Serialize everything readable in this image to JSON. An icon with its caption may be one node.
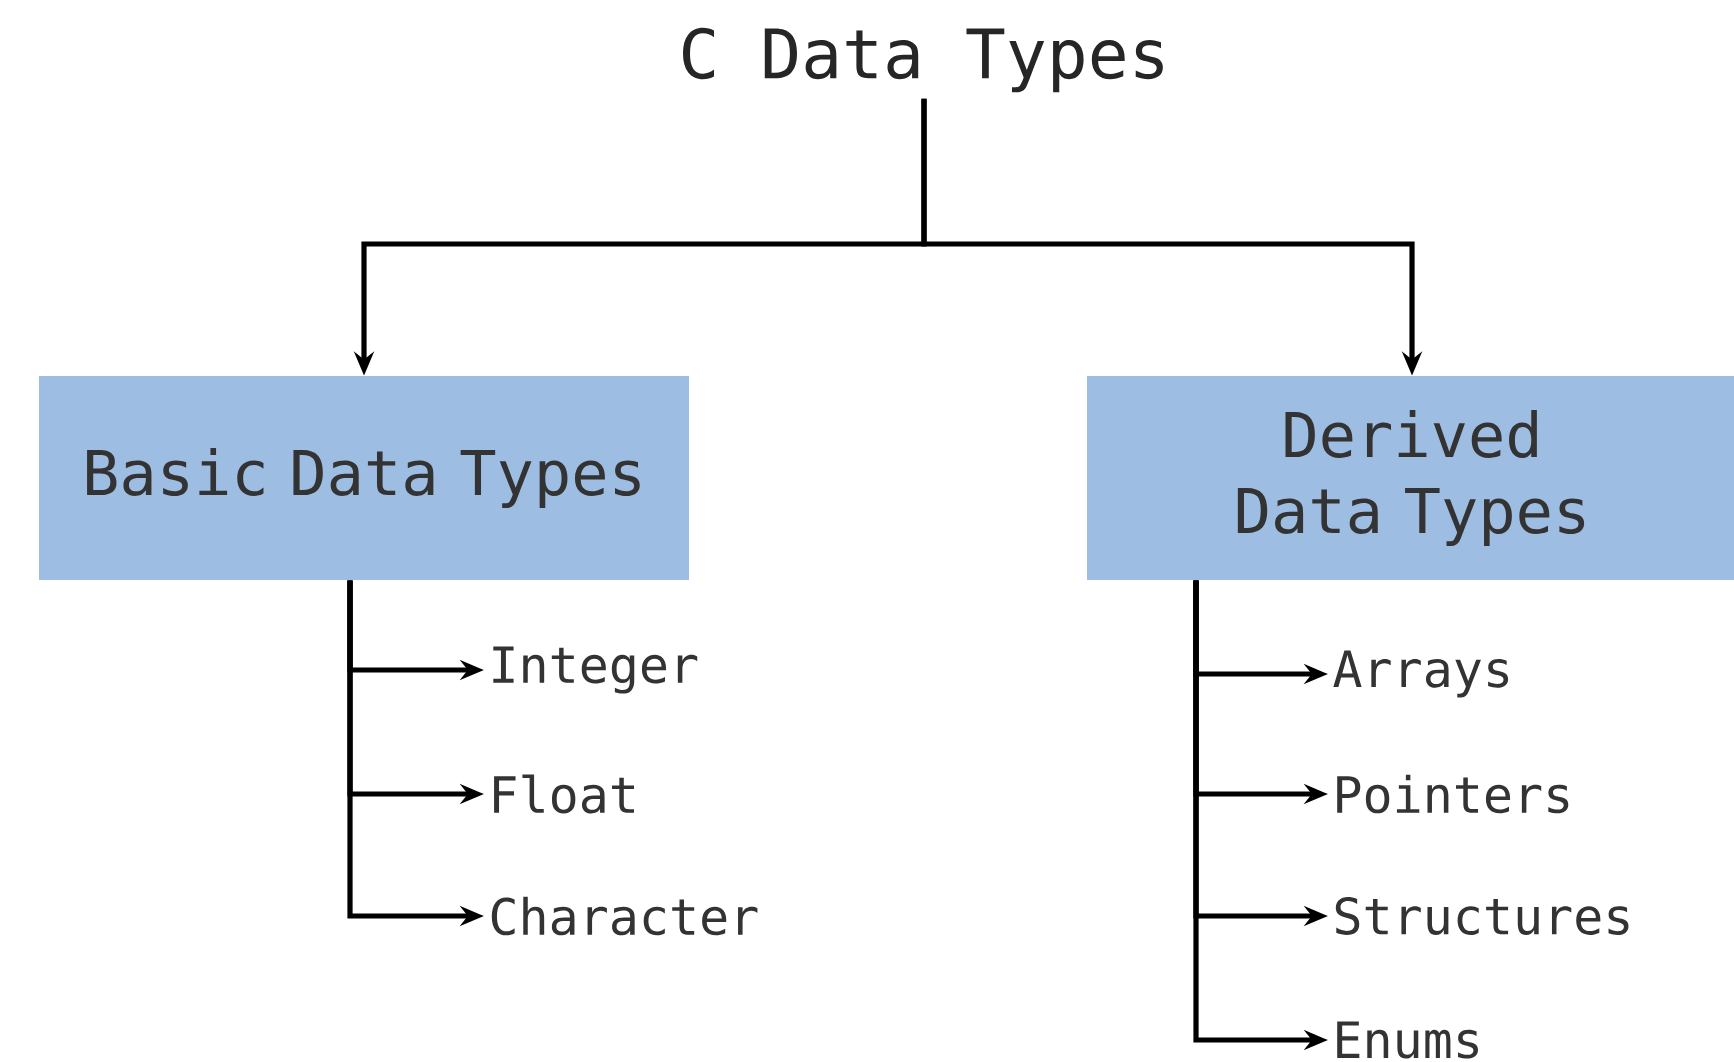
{
  "diagram": {
    "nodes": [
      {
        "text": [
          "C Data Types"
        ]
      },
      {
        "text": [
          "Basic Data Types"
        ]
      },
      {
        "text": [
          "Derived Data Types"
        ]
      },
      {
        "text": [
          "Integer"
        ]
      },
      {
        "text": [
          "Float"
        ]
      },
      {
        "text": [
          "Character"
        ]
      },
      {
        "text": [
          "Arrays"
        ]
      },
      {
        "text": [
          "Pointers"
        ]
      },
      {
        "text": [
          "Structures"
        ]
      },
      {
        "text": [
          "Enums"
        ]
      }
    ],
    "edges": [
      {
        "from": 0,
        "to": 1,
        "arrow": "to"
      },
      {
        "from": 0,
        "to": 2,
        "arrow": "to"
      },
      {
        "from": 1,
        "to": 3,
        "arrow": "to"
      },
      {
        "from": 1,
        "to": 4,
        "arrow": "to"
      },
      {
        "from": 1,
        "to": 5,
        "arrow": "to"
      },
      {
        "from": 2,
        "to": 6,
        "arrow": "to"
      },
      {
        "from": 2,
        "to": 7,
        "arrow": "to"
      },
      {
        "from": 2,
        "to": 8,
        "arrow": "to"
      },
      {
        "from": 2,
        "to": 9,
        "arrow": "to"
      }
    ]
  }
}
